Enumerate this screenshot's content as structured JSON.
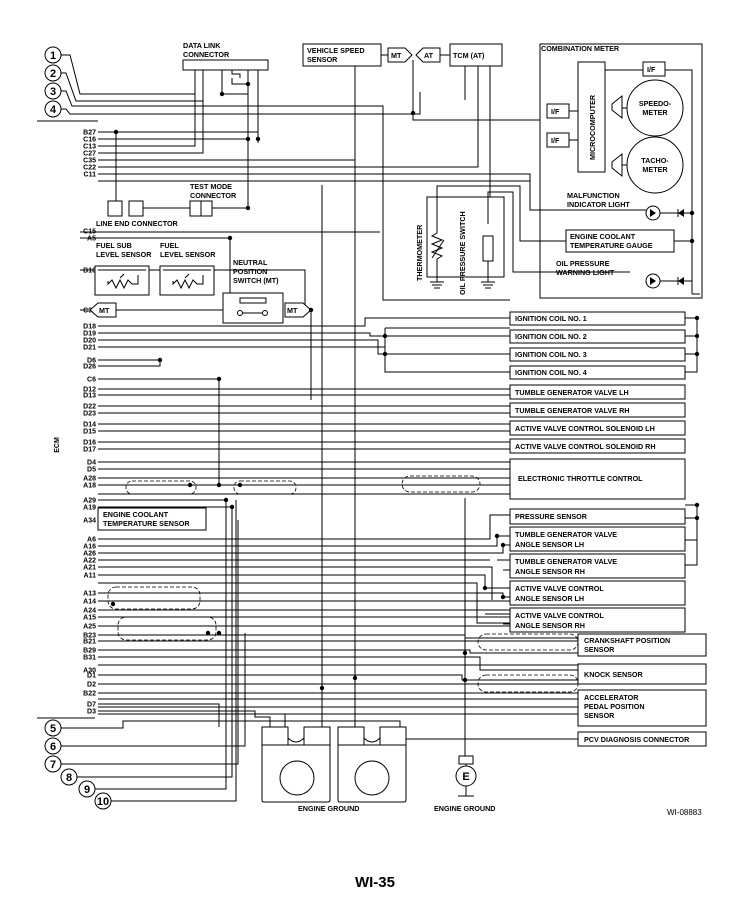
{
  "connectors": [
    "1",
    "2",
    "3",
    "4",
    "5",
    "6",
    "7",
    "8",
    "9",
    "10"
  ],
  "ecm_label": "ECM",
  "pins_top": [
    "B27",
    "C16",
    "C13",
    "C27",
    "C35",
    "C22",
    "C11"
  ],
  "pins_mid": [
    {
      "id": "c15",
      "t": "C15"
    },
    {
      "id": "a5",
      "t": "A5"
    },
    {
      "id": "b10",
      "t": "B10"
    },
    {
      "id": "c31",
      "t": "C31"
    },
    {
      "id": "d18",
      "t": "D18"
    },
    {
      "id": "d19",
      "t": "D19"
    },
    {
      "id": "d20",
      "t": "D20"
    },
    {
      "id": "d21",
      "t": "D21"
    },
    {
      "id": "d6",
      "t": "D6"
    },
    {
      "id": "d26",
      "t": "D26"
    },
    {
      "id": "c6",
      "t": "C6"
    },
    {
      "id": "d12",
      "t": "D12"
    },
    {
      "id": "d13",
      "t": "D13"
    },
    {
      "id": "d22",
      "t": "D22"
    },
    {
      "id": "d23",
      "t": "D23"
    },
    {
      "id": "d14",
      "t": "D14"
    },
    {
      "id": "d15",
      "t": "D15"
    },
    {
      "id": "d16",
      "t": "D16"
    },
    {
      "id": "d17",
      "t": "D17"
    },
    {
      "id": "d4",
      "t": "D4"
    },
    {
      "id": "d5",
      "t": "D5"
    },
    {
      "id": "a28",
      "t": "A28"
    },
    {
      "id": "a18",
      "t": "A18"
    },
    {
      "id": "a29",
      "t": "A29"
    },
    {
      "id": "a19",
      "t": "A19"
    },
    {
      "id": "a34",
      "t": "A34"
    },
    {
      "id": "a6",
      "t": "A6"
    },
    {
      "id": "a16",
      "t": "A16"
    },
    {
      "id": "a26",
      "t": "A26"
    },
    {
      "id": "a22",
      "t": "A22"
    },
    {
      "id": "a21",
      "t": "A21"
    },
    {
      "id": "a11",
      "t": "A11"
    },
    {
      "id": "a13",
      "t": "A13"
    },
    {
      "id": "a14",
      "t": "A14"
    },
    {
      "id": "a24",
      "t": "A24"
    },
    {
      "id": "a15",
      "t": "A15"
    },
    {
      "id": "a25",
      "t": "A25"
    },
    {
      "id": "b23",
      "t": "B23"
    },
    {
      "id": "b21",
      "t": "B21"
    },
    {
      "id": "b29",
      "t": "B29"
    },
    {
      "id": "b31",
      "t": "B31"
    },
    {
      "id": "a30",
      "t": "A30"
    },
    {
      "id": "d1",
      "t": "D1"
    },
    {
      "id": "d2",
      "t": "D2"
    },
    {
      "id": "b22",
      "t": "B22"
    },
    {
      "id": "d7",
      "t": "D7"
    },
    {
      "id": "d3",
      "t": "D3"
    }
  ],
  "labels": {
    "data_link_1": "DATA LINK",
    "data_link_2": "CONNECTOR",
    "vss_1": "VEHICLE SPEED",
    "vss_2": "SENSOR",
    "mt": "MT",
    "at": "AT",
    "tcm": "TCM (AT)",
    "combination_meter": "COMBINATION METER",
    "if": "I/F",
    "microcomputer": "MICROCOMPUTER",
    "speedo_1": "SPEEDO-",
    "speedo_2": "METER",
    "tacho_1": "TACHO-",
    "tacho_2": "METER",
    "mil_1": "MALFUNCTION",
    "mil_2": "INDICATOR LIGHT",
    "test_mode_1": "TEST MODE",
    "test_mode_2": "CONNECTOR",
    "line_end": "LINE END CONNECTOR",
    "thermometer": "THERMOMETER",
    "oil_pressure_switch": "OIL PRESSURE SWITCH",
    "coolant_gauge_1": "ENGINE COOLANT",
    "coolant_gauge_2": "TEMPERATURE GAUGE",
    "oil_warning_1": "OIL PRESSURE",
    "oil_warning_2": "WARNING LIGHT",
    "fuel_sub_1": "FUEL SUB",
    "fuel_sub_2": "LEVEL SENSOR",
    "fuel_1": "FUEL",
    "fuel_2": "LEVEL SENSOR",
    "neutral_1": "NEUTRAL",
    "neutral_2": "POSITION",
    "neutral_3": "SWITCH (MT)",
    "ign1": "IGNITION COIL NO. 1",
    "ign2": "IGNITION COIL NO. 2",
    "ign3": "IGNITION COIL NO. 3",
    "ign4": "IGNITION COIL NO. 4",
    "tgv_lh": "TUMBLE GENERATOR VALVE LH",
    "tgv_rh": "TUMBLE GENERATOR VALVE RH",
    "avcs_lh": "ACTIVE VALVE CONTROL SOLENOID LH",
    "avcs_rh": "ACTIVE VALVE CONTROL SOLENOID RH",
    "etc": "ELECTRONIC THROTTLE CONTROL",
    "ect_sensor_1": "ENGINE COOLANT",
    "ect_sensor_2": "TEMPERATURE SENSOR",
    "pressure_sensor": "PRESSURE SENSOR",
    "tgv_angle_lh_1": "TUMBLE GENERATOR VALVE",
    "tgv_angle_lh_2": "ANGLE SENSOR LH",
    "tgv_angle_rh_1": "TUMBLE GENERATOR VALVE",
    "tgv_angle_rh_2": "ANGLE SENSOR RH",
    "av_angle_lh_1": "ACTIVE VALVE CONTROL",
    "av_angle_lh_2": "ANGLE SENSOR LH",
    "av_angle_rh_1": "ACTIVE VALVE CONTROL",
    "av_angle_rh_2": "ANGLE SENSOR RH",
    "crank_1": "CRANKSHAFT POSITION",
    "crank_2": "SENSOR",
    "knock": "KNOCK SENSOR",
    "app_1": "ACCELERATOR",
    "app_2": "PEDAL POSITION",
    "app_3": "SENSOR",
    "pcv": "PCV DIAGNOSIS CONNECTOR",
    "engine_ground": "ENGINE GROUND",
    "engine_ground_2": "ENGINE GROUND",
    "e": "E",
    "figure_code": "WI-08883",
    "page_code": "WI-35"
  }
}
